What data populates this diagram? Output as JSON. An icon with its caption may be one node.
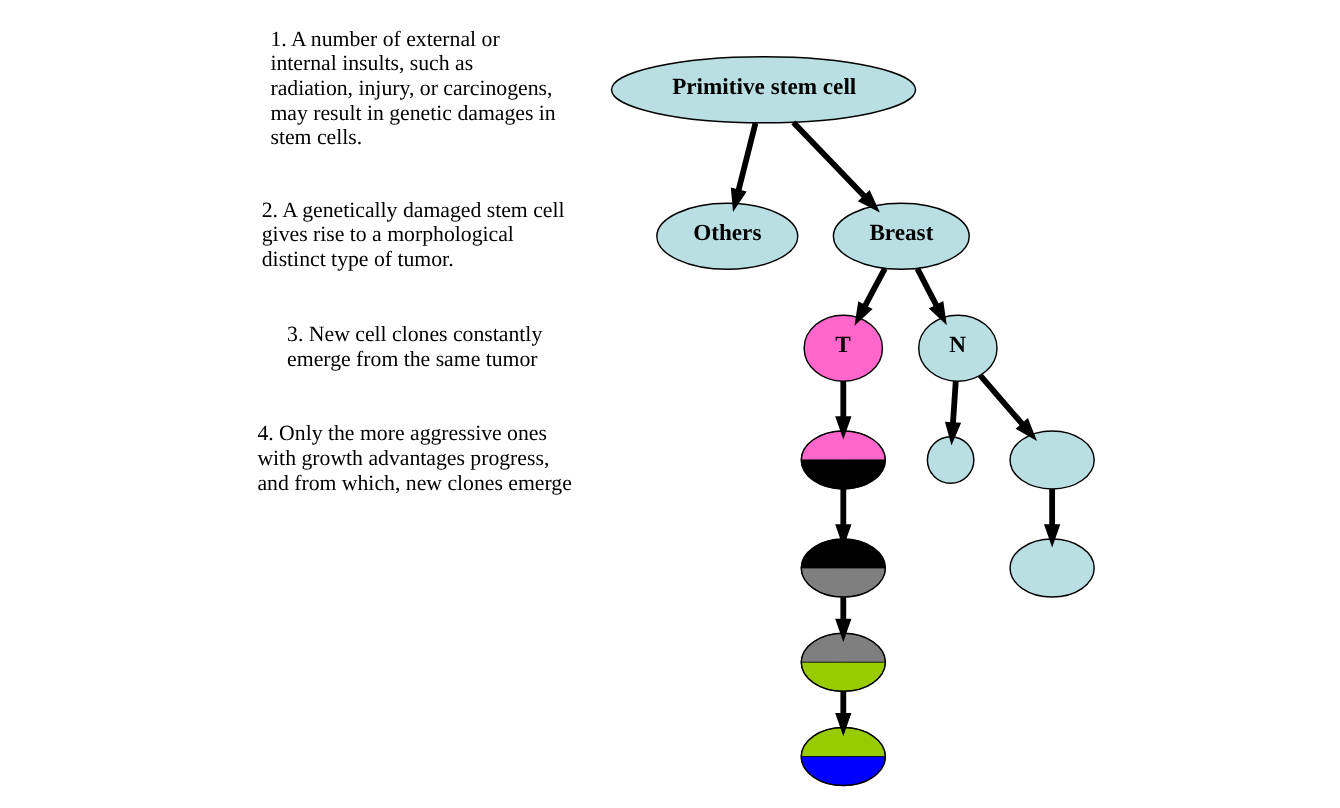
{
  "diagram": {
    "nodes": [
      {
        "text": [
          "Primitive stem cell"
        ]
      },
      {
        "text": [
          "Breast"
        ]
      },
      {
        "text": [
          "Others"
        ]
      },
      {
        "text": [
          "N"
        ]
      },
      {
        "text": [
          "T"
        ]
      },
      {
        "text": [],
        "shape": "circle"
      },
      {
        "text": [],
        "shape": "cluster"
      },
      {
        "text": [],
        "shape": "cluster"
      },
      {
        "text": [],
        "shape": "cluster"
      },
      {
        "text": [],
        "shape": "cluster"
      },
      {
        "text": [],
        "shape": "cluster"
      },
      {
        "text": [],
        "shape": "cluster"
      }
    ],
    "edges": [
      {
        "from": 0,
        "to": 1,
        "arrow": "to"
      },
      {
        "from": 0,
        "to": 2,
        "arrow": "to"
      },
      {
        "from": 1,
        "to": 3,
        "arrow": "to"
      },
      {
        "from": 1,
        "to": 4,
        "arrow": "to"
      },
      {
        "from": 3,
        "to": 5,
        "arrow": "to"
      },
      {
        "from": 3,
        "to": 6,
        "arrow": "to"
      },
      {
        "from": 4,
        "to": 7,
        "arrow": "to"
      },
      {
        "from": 7,
        "to": 8,
        "arrow": "to"
      },
      {
        "from": 6,
        "to": 9,
        "arrow": "to"
      },
      {
        "from": 8,
        "to": 11,
        "arrow": "to"
      },
      {
        "from": 11,
        "to": 10,
        "arrow": "to"
      }
    ],
    "labels": [
      "1. A number of external or internal insults, such as radiation, injury, or carcinogens, may result in genetic damages in stem cells.",
      "2. A genetically damaged stem cell gives rise to a morphological distinct type of tumor.",
      "3. New cell clones constantly emerge from the same tumor",
      "4. Only the more aggressive ones with growth advantages progress, and from which, new clones emerge"
    ]
  }
}
